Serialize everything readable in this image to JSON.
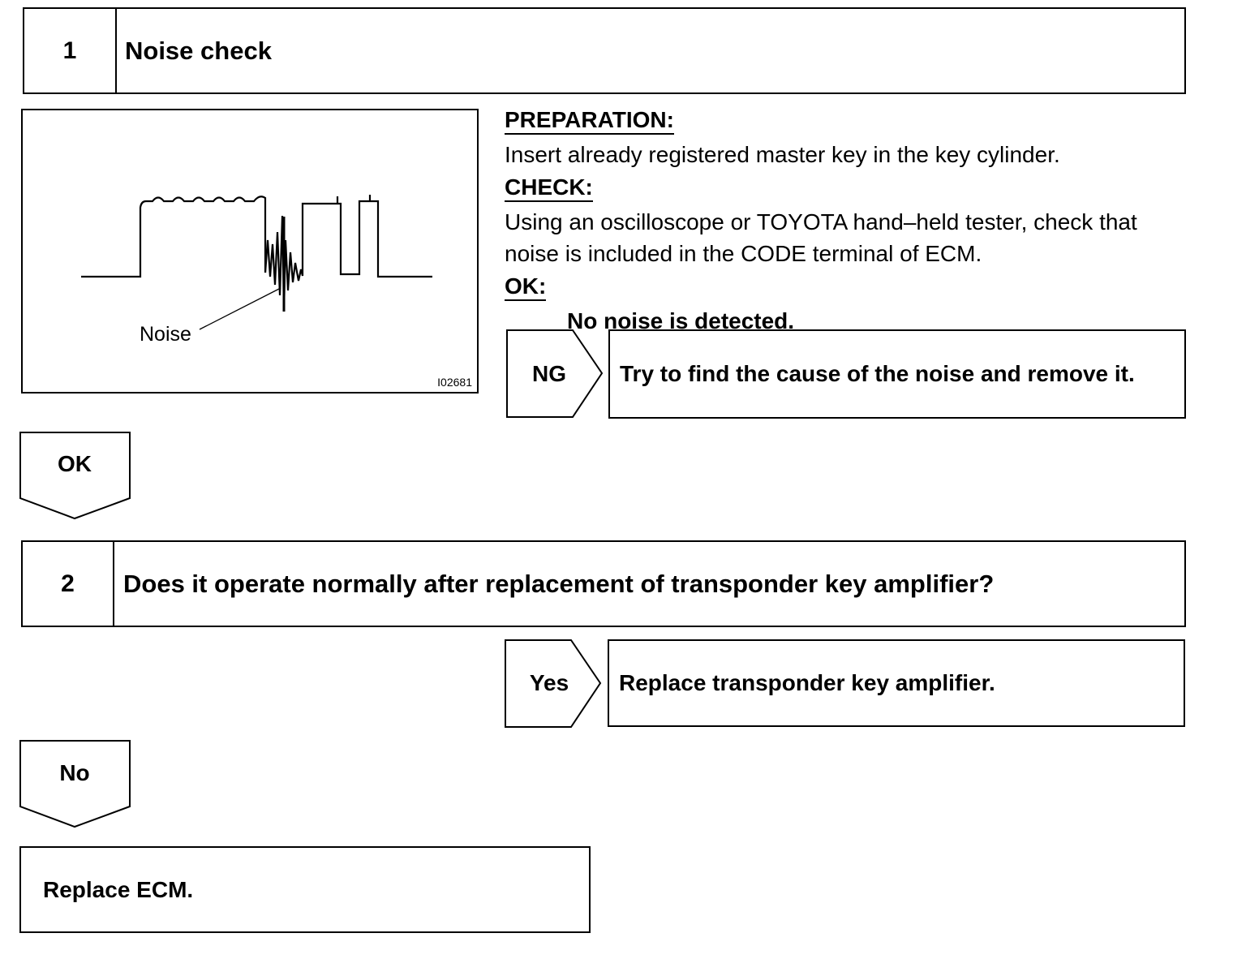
{
  "step1": {
    "number": "1",
    "title": "Noise check",
    "figure": {
      "noise_label": "Noise",
      "figure_id": "I02681"
    },
    "preparation_heading": "PREPARATION:",
    "preparation_text": "Insert already registered master key in the key cylinder.",
    "check_heading": "CHECK:",
    "check_text_line1": "Using an oscilloscope or TOYOTA hand–held tester, check that",
    "check_text_line2": "noise is included in the CODE terminal of ECM.",
    "ok_heading": "OK:",
    "ok_spec": "No noise is detected.",
    "ng_label": "NG",
    "ng_action": "Try to find the cause of the noise and remove it.",
    "ok_label": "OK"
  },
  "step2": {
    "number": "2",
    "title": "Does it operate normally after replacement of transponder key amplifier?",
    "yes_label": "Yes",
    "yes_action": "Replace transponder key amplifier.",
    "no_label": "No"
  },
  "final": {
    "action": "Replace ECM."
  }
}
